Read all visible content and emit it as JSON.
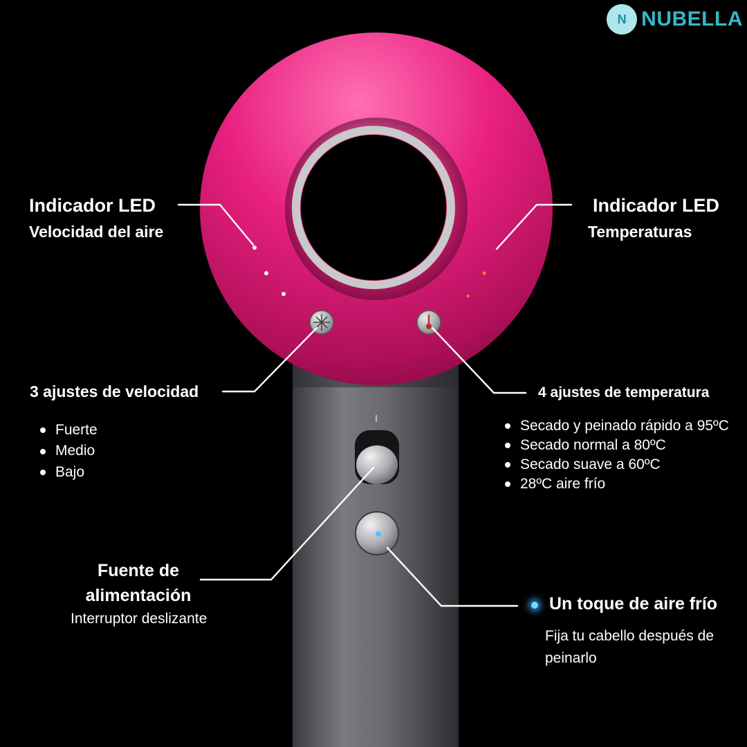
{
  "brand": {
    "logo_letter": "N",
    "name": "NUBELLA"
  },
  "callouts": {
    "led_speed": {
      "title": "Indicador LED",
      "subtitle": "Velocidad del aire"
    },
    "led_temp": {
      "title": "Indicador LED",
      "subtitle": "Temperaturas"
    },
    "speed": {
      "heading": "3 ajustes de velocidad",
      "items": [
        "Fuerte",
        "Medio",
        "Bajo"
      ]
    },
    "temp": {
      "heading": "4 ajustes de temperatura",
      "items": [
        "Secado y peinado rápido a 95ºC",
        "Secado normal a 80ºC",
        "Secado suave a 60ºC",
        "28ºC aire frío"
      ]
    },
    "power": {
      "title_line1": "Fuente de",
      "title_line2": "alimentación",
      "subtitle": "Interruptor deslizante"
    },
    "cold": {
      "title": "Un toque de aire frío",
      "desc_line1": "Fija tu cabello después de",
      "desc_line2": "peinarlo"
    }
  },
  "colors": {
    "background": "#000000",
    "ring_pink": "#e8207f",
    "handle_grey": "#6b6b70",
    "brand_teal": "#35b8c6",
    "cold_blue": "#6fd8ff"
  }
}
